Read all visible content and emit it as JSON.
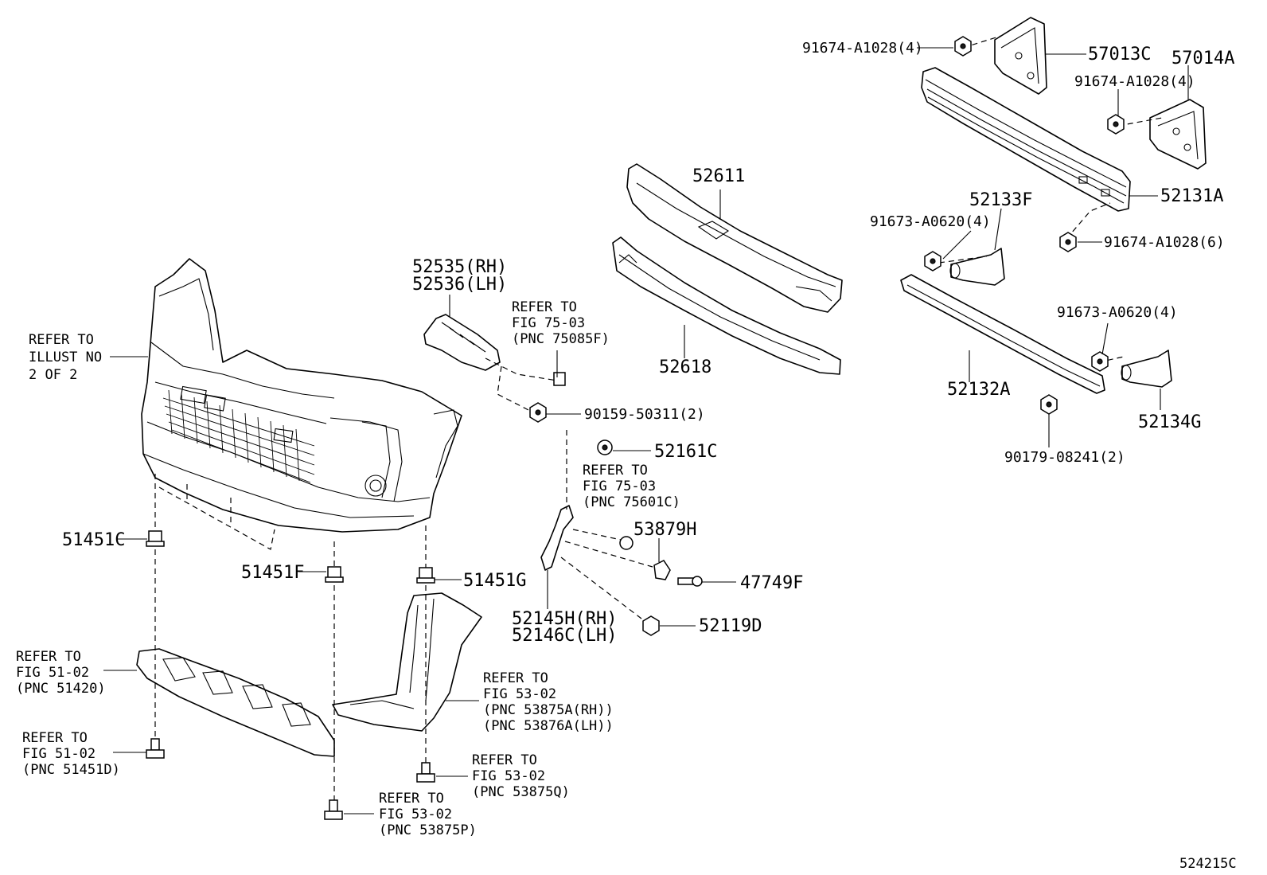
{
  "diagram_code": "524215C",
  "labels": {
    "p91674_top": "91674-A1028(4)",
    "p57013C": "57013C",
    "p57014A": "57014A",
    "p91674_mid": "91674-A1028(4)",
    "p52611": "52611",
    "p52131A": "52131A",
    "p52133F": "52133F",
    "p91673_a": "91673-A0620(4)",
    "p91674_6": "91674-A1028(6)",
    "p52535": "52535(RH)",
    "p52536": "52536(LH)",
    "p52618": "52618",
    "p91673_b": "91673-A0620(4)",
    "p52132A": "52132A",
    "p52134G": "52134G",
    "p90179": "90179-08241(2)",
    "p90159": "90159-50311(2)",
    "p52161C": "52161C",
    "p53879H": "53879H",
    "p47749F": "47749F",
    "p52145H": "52145H(RH)",
    "p52146C": "52146C(LH)",
    "p52119D": "52119D",
    "p51451C": "51451C",
    "p51451F": "51451F",
    "p51451G": "51451G"
  },
  "refs": {
    "illust": [
      "REFER TO",
      "ILLUST NO",
      "2 OF 2"
    ],
    "fig75_a": [
      "REFER TO",
      "FIG 75-03",
      "(PNC 75085F)"
    ],
    "fig75_b": [
      "REFER TO",
      "FIG 75-03",
      "(PNC 75601C)"
    ],
    "fig51_a": [
      "REFER TO",
      "FIG 51-02",
      "(PNC 51420)"
    ],
    "fig51_b": [
      "REFER TO",
      "FIG 51-02",
      "(PNC 51451D)"
    ],
    "fig53_a": [
      "REFER TO",
      "FIG 53-02",
      "(PNC 53875A(RH))",
      "(PNC 53876A(LH))"
    ],
    "fig53_b": [
      "REFER TO",
      "FIG 53-02",
      "(PNC 53875Q)"
    ],
    "fig53_c": [
      "REFER TO",
      "FIG 53-02",
      "(PNC 53875P)"
    ]
  }
}
